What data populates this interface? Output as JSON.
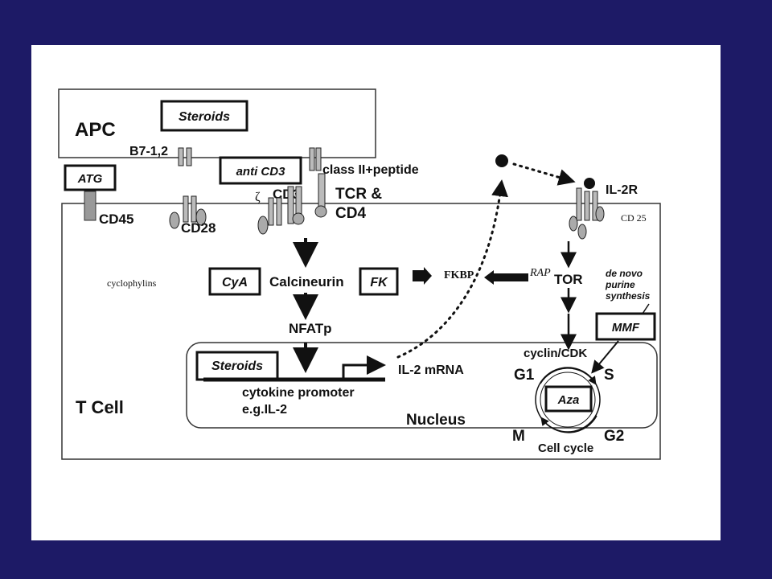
{
  "labels": {
    "apc": "APC",
    "steroids_apc": "Steroids",
    "b7": "B7-1,2",
    "atg": "ATG",
    "anti_cd3": "anti CD3",
    "class_ii": "class II+peptide",
    "zeta": "ζ",
    "cd3": "CD3",
    "tcr": "TCR  &",
    "cd4": "CD4",
    "cd45": "CD45",
    "cd28": "CD28",
    "il2r": "IL-2R",
    "cd25": "CD 25",
    "cyclophylins": "cyclophylins",
    "cya": "CyA",
    "calcineurin": "Calcineurin",
    "fk": "FK",
    "fkbp": "FKBP",
    "rap": "RAP",
    "tor": "TOR",
    "de_novo_1": "de novo",
    "de_novo_2": "purine",
    "de_novo_3": "synthesis",
    "mmf": "MMF",
    "nfatp": "NFATp",
    "steroids_nucleus": "Steroids",
    "il2_mrna": "IL-2 mRNA",
    "cyclin_cdk": "cyclin/CDK",
    "g1": "G1",
    "s": "S",
    "aza": "Aza",
    "m": "M",
    "g2": "G2",
    "cell_cycle": "Cell cycle",
    "cytokine_promoter": "cytokine promoter",
    "eg_il2": "e.g.IL-2",
    "t_cell": "T Cell",
    "nucleus": "Nucleus"
  }
}
